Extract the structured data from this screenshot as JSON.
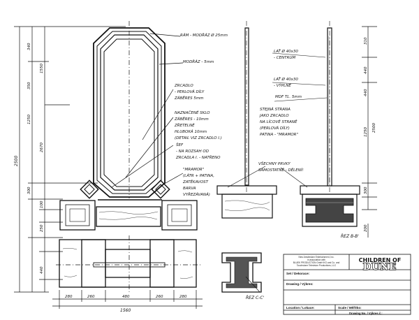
{
  "dims": {
    "left_total": "2500",
    "left_segments": [
      "340",
      "350",
      "1250",
      "300",
      "2670",
      "1550",
      "100",
      "250",
      "440"
    ],
    "bottom": [
      "280",
      "260",
      "480",
      "260",
      "280"
    ],
    "bottom_total": "1560",
    "right_segments": [
      "310",
      "440",
      "440",
      "1250",
      "300",
      "2500",
      "200"
    ]
  },
  "notes_front": [
    "RÁM - MODŘÁZ Ø 25mm",
    "MODŘÁZ - 5mm",
    "ZRCADLO",
    "- PERLOVÁ DÍLY",
    "ZÁBĚRES 5mm",
    "NAZNAČENÉ SKLO",
    "ZÁBĚRES - 10mm",
    "ZŘETELNÉ",
    "HLUBOKÁ 10mm",
    "(DETAIL VIZ ZRCADLO I.)",
    "ŠEF",
    "- NA ROZSAH OD",
    "ZRCADLA I. - NATŘENO",
    "\"MRAMOR\"",
    "(LÁTR + PATINA,",
    "ZATĚKAVOST",
    "BARVA",
    "VYŘEZÁVANÁ)"
  ],
  "notes_side": [
    "LAŤ Ø 40x30",
    "- CENTRUM",
    "LAŤ Ø 40x30",
    "- VÝPLNĚ",
    "MDF TL. 5mm",
    "STEJNÁ STRANA",
    "JAKO ZRCADLO",
    "NA LÍCOVÉ STRANĚ",
    "(PERLOVÁ DÍLY)",
    "PATINA - \"MRAMOR\"",
    "VŠECHNY PRVKY",
    "SAMOSTATNĚ - DĚLENÍ!"
  ],
  "section_labels": [
    "ŘEZ B-B'",
    "ŘEZ C-C'"
  ],
  "title_block": {
    "company": [
      "New Amsterdam Entertainment, Inc.",
      "in association with",
      "BLUEK PRODUCTION GmbH KG and Co. and",
      "Touchstone Television Productions, LLC"
    ],
    "logo_line1": "CHILDREN OF",
    "logo_line2": "DUNE",
    "fields": {
      "set": "Set / Dekorace:",
      "drawing": "Drawing / Výkres:",
      "location": "Location / Lokace:",
      "scale": "Scale / Měřítko:",
      "drawing_no": "Drawing No. / Výkres č.:"
    }
  }
}
